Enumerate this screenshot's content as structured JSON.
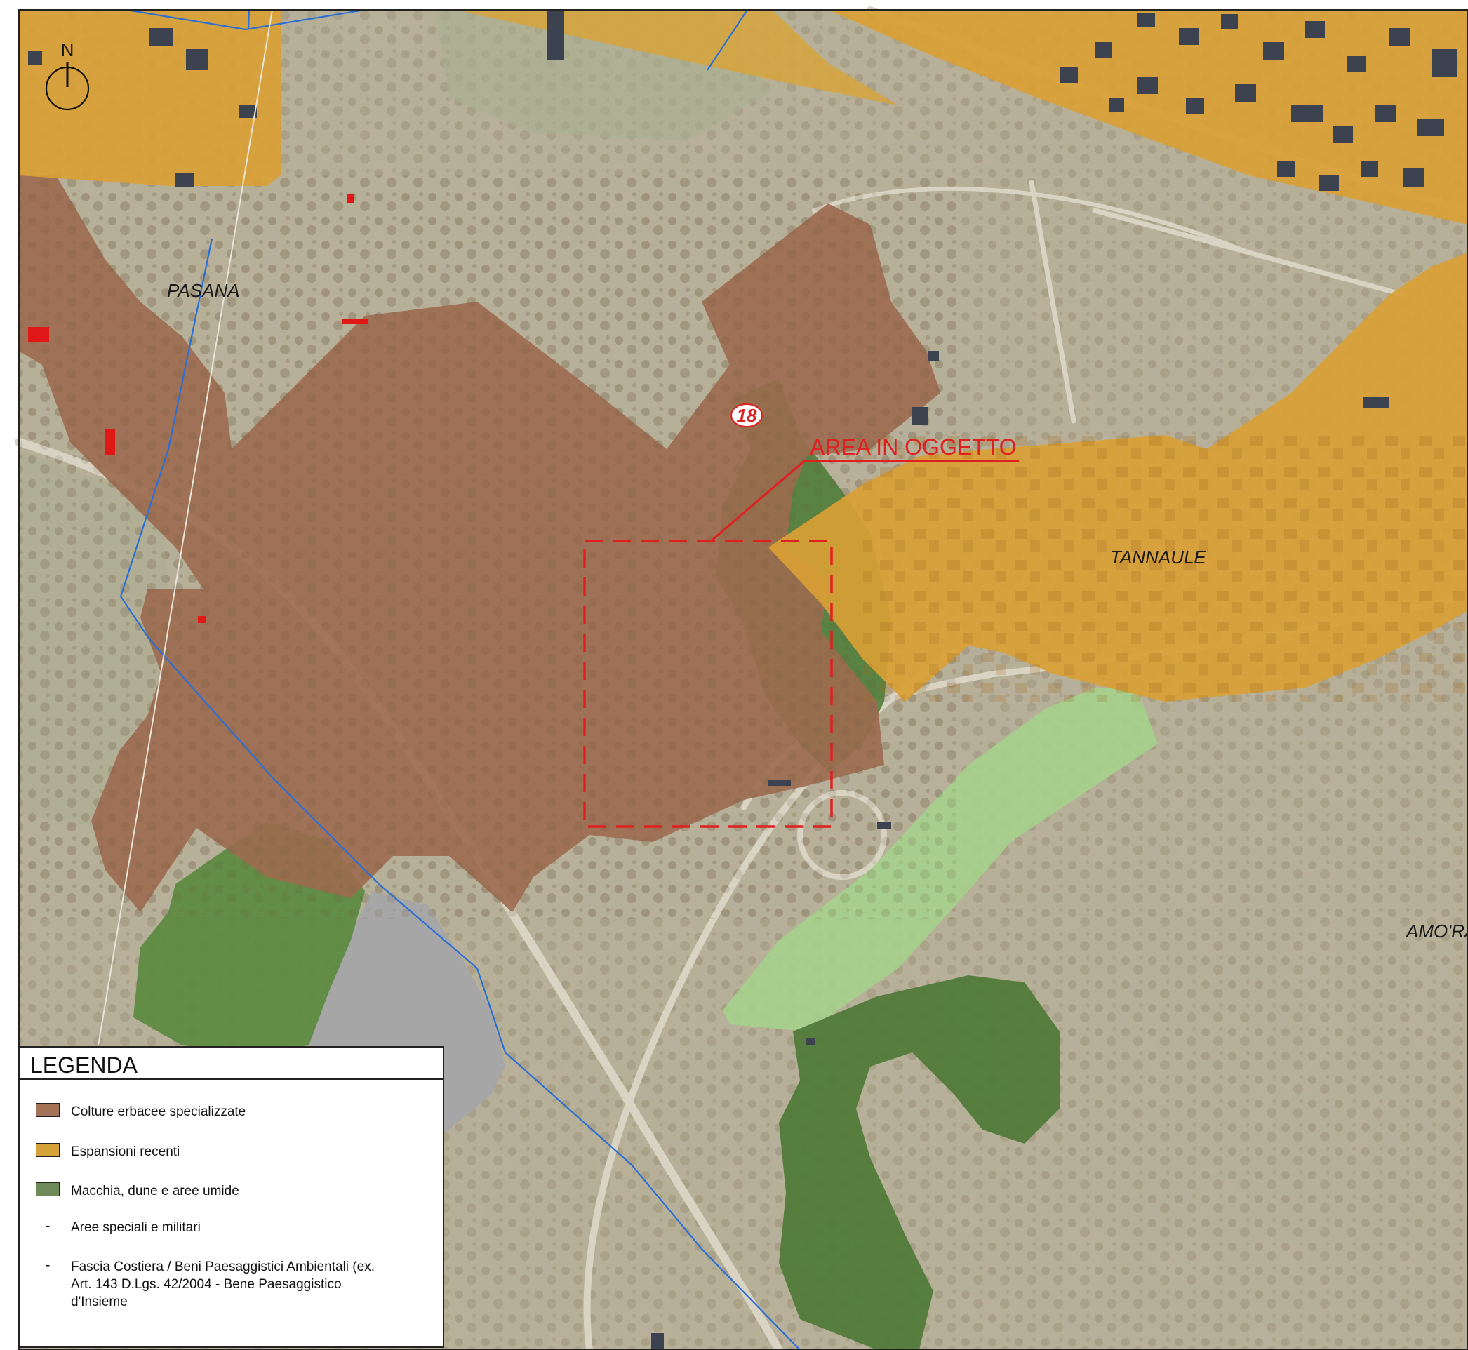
{
  "map": {
    "north_label": "N",
    "place_names": {
      "pasana": "PASANA",
      "tannaule": "TANNAULE",
      "amora": "AMO'RA"
    },
    "area_label": "AREA IN OGGETTO",
    "area_number": "18",
    "colors": {
      "base_terrain": "#b9b19a",
      "colture": "#9c6a4f",
      "espansioni": "#d9a035",
      "macchia": "#5e8a45",
      "speciali": "#a6a6a6",
      "fascia": "#a5d38b",
      "boundary_line": "#2a6fd6",
      "area_box": "#e02020",
      "building": "#3d4250"
    }
  },
  "legend": {
    "title": "LEGENDA",
    "items": [
      {
        "marker": "swatch",
        "color": "#a57358",
        "label": "Colture erbacee specializzate"
      },
      {
        "marker": "swatch",
        "color": "#d6a23a",
        "label": "Espansioni recenti"
      },
      {
        "marker": "swatch",
        "color": "#6f8a59",
        "label": "Macchia, dune e aree umide"
      },
      {
        "marker": "-",
        "color": "",
        "label": "Aree speciali e militari"
      },
      {
        "marker": "-",
        "color": "",
        "label": "Fascia Costiera / Beni Paesaggistici Ambientali (ex. Art. 143 D.Lgs. 42/2004 - Bene Paesaggistico d'Insieme"
      }
    ]
  }
}
